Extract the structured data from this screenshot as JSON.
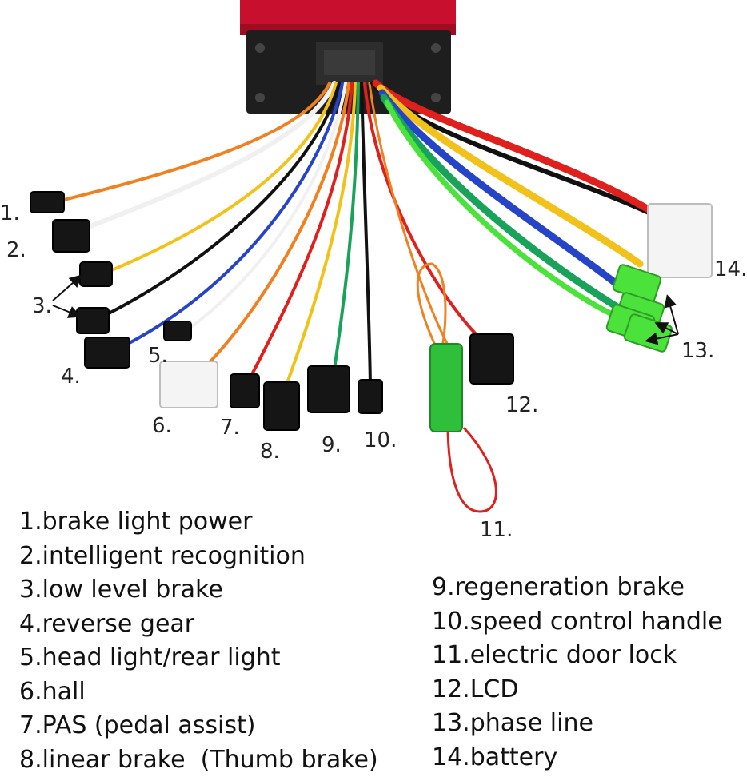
{
  "figure": {
    "callout_numbers": [
      "1.",
      "2.",
      "3.",
      "4.",
      "5.",
      "6.",
      "7.",
      "8.",
      "9.",
      "10.",
      "11.",
      "12.",
      "13.",
      "14."
    ],
    "legend_left": [
      "1.brake light power",
      "2.intelligent recognition",
      "3.low level brake",
      "4.reverse gear",
      "5.head light/rear light",
      "6.hall",
      "7.PAS (pedal assist)",
      "8.linear brake  (Thumb brake)"
    ],
    "legend_right": [
      "9.regeneration brake",
      "10.speed control handle",
      "11.electric door lock",
      "12.LCD",
      "13.phase line",
      "14.battery"
    ]
  },
  "colors": {
    "controller_body": "#c8102e",
    "endplate": "#1e1e1e",
    "connector_black": "#151515",
    "connector_white": "#f4f4f4",
    "lock_green": "#2fbf3a",
    "phase_green": "#4be33b",
    "wire_red": "#e0201c",
    "wire_yellow": "#f2c21a",
    "wire_blue": "#2544c8",
    "wire_green": "#19a35a",
    "wire_black": "#111111",
    "wire_orange": "#f08020",
    "wire_white": "#f0f0f0"
  },
  "icons": [
    "controller-body",
    "connector-black",
    "connector-white",
    "door-lock-green",
    "phase-terminal-green"
  ]
}
